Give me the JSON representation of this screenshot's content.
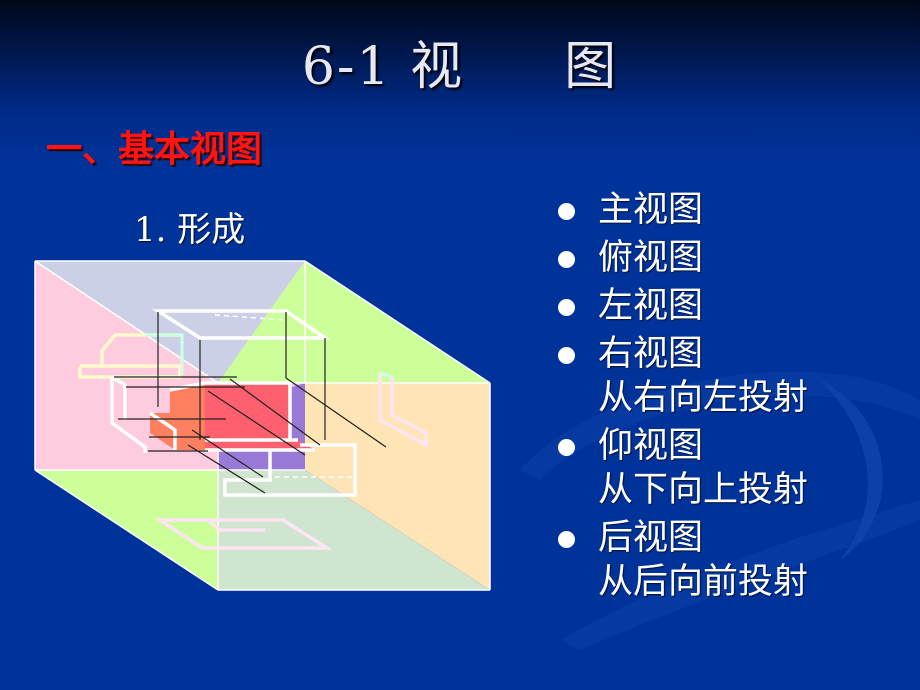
{
  "slide": {
    "title_prefix": "6-1 视",
    "title_suffix": "图",
    "section_heading": "一、基本视图",
    "sub_heading": "1. 形成",
    "bullets": [
      {
        "label": "主视图",
        "note": ""
      },
      {
        "label": "俯视图",
        "note": ""
      },
      {
        "label": "左视图",
        "note": ""
      },
      {
        "label": "右视图",
        "note": "从右向左投射"
      },
      {
        "label": "仰视图",
        "note": "从下向上投射"
      },
      {
        "label": "后视图",
        "note": "从后向前投射"
      }
    ]
  },
  "colors": {
    "background": "#00339a",
    "title_text": "#e8e8f4",
    "heading_red": "#ff1414",
    "plane_back": "#ccd0e6",
    "plane_left": "#ffccdf",
    "plane_top_right": "#ccff99",
    "plane_right": "#ffe4b5",
    "plane_bottom": "#cfe5cf",
    "object_red": "#ff6070",
    "object_orange": "#ff8060"
  },
  "diagram": {
    "description": "Six-plane projection box showing an L-shaped object projected onto front, top, left, right, bottom and back planes"
  }
}
